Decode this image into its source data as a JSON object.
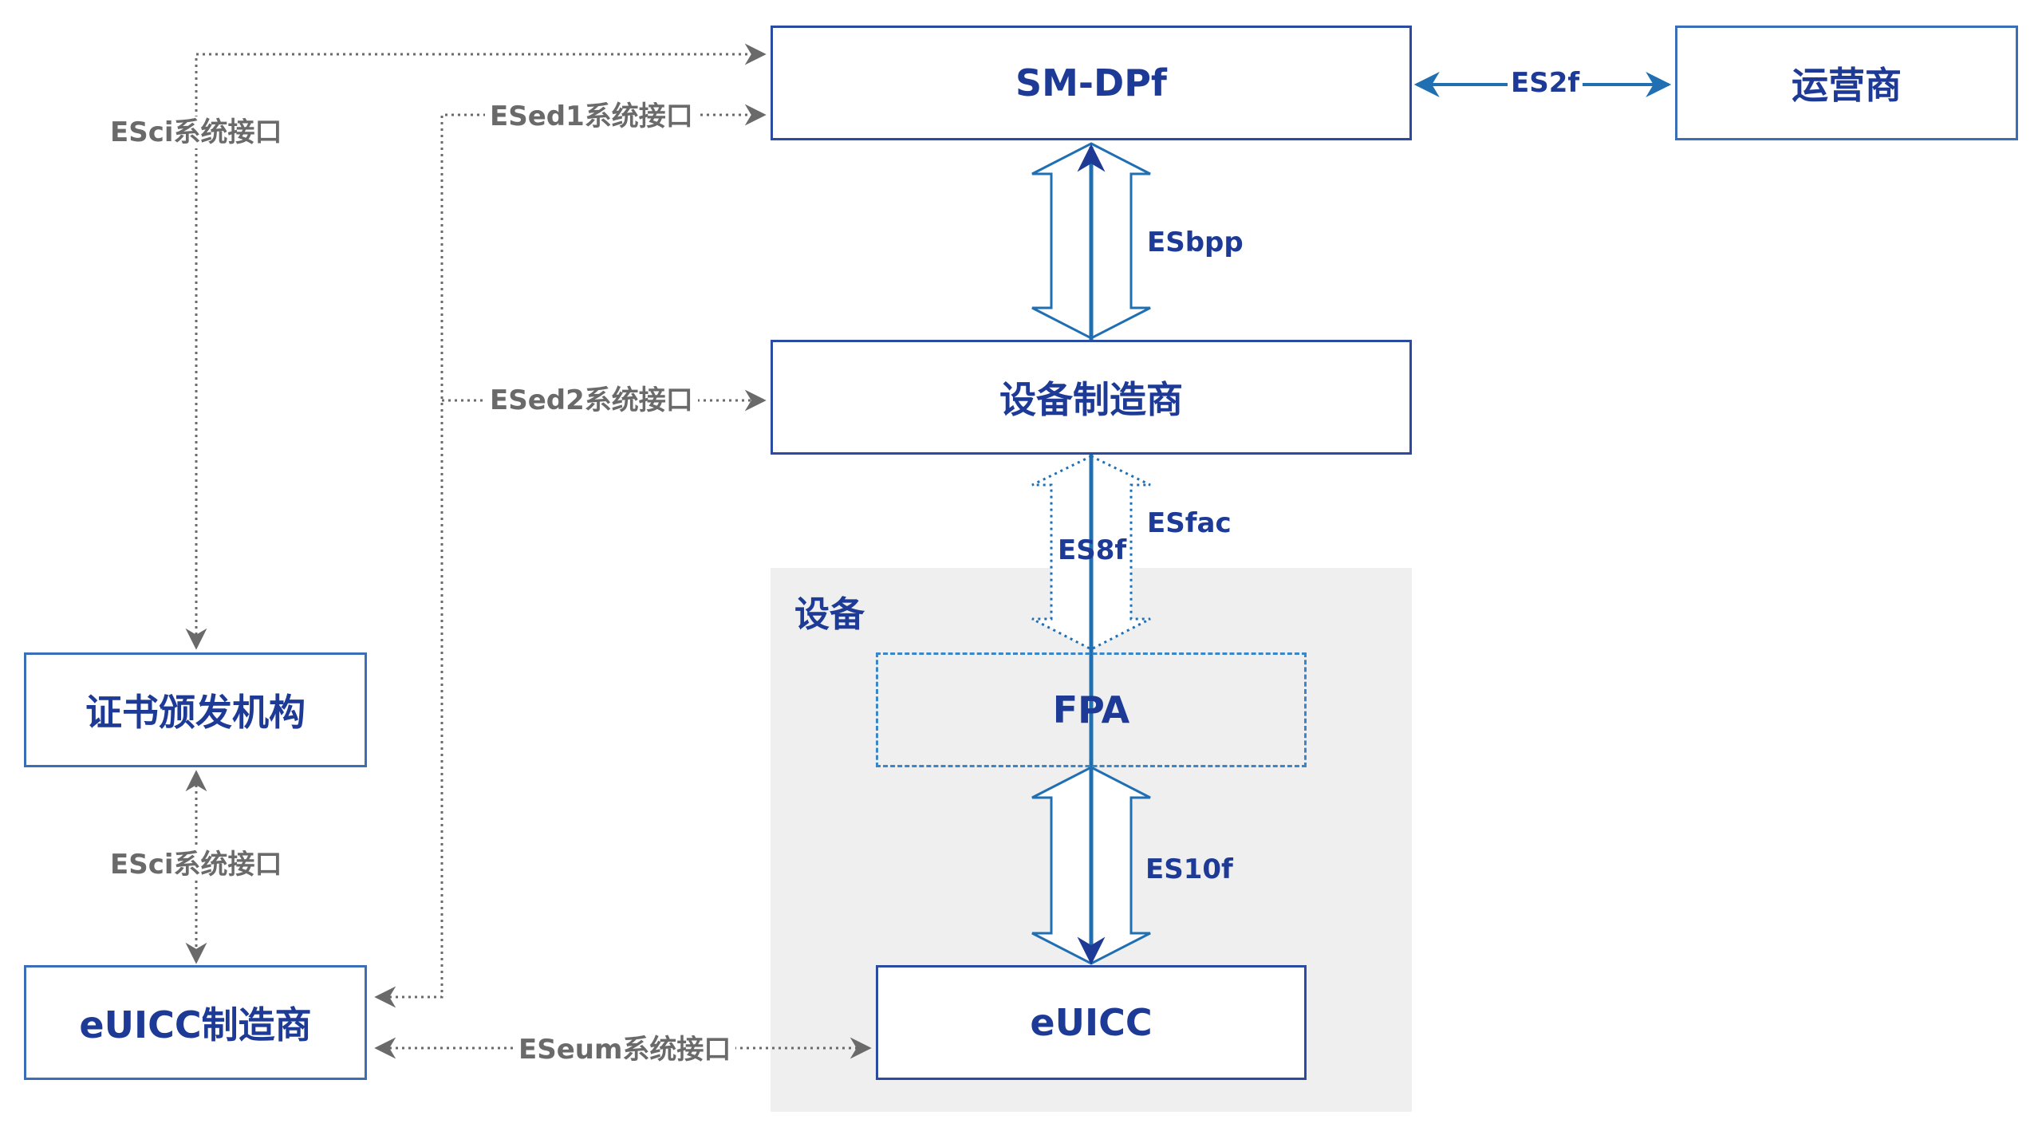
{
  "nodes": {
    "smdpf": "SM-DPf",
    "operator": "运营商",
    "device_maker": "设备制造商",
    "device_region": "设备",
    "fpa": "FPA",
    "euicc": "eUICC",
    "ca": "证书颁发机构",
    "eum": "eUICC制造商"
  },
  "interfaces": {
    "es2f": "ES2f",
    "esbpp": "ESbpp",
    "esfac": "ESfac",
    "es8f": "ES8f",
    "es10f": "ES10f",
    "esci_top": "ESci系统接口",
    "esci_bottom": "ESci系统接口",
    "esed1": "ESed1系统接口",
    "esed2": "ESed2系统接口",
    "eseum": "ESeum系统接口"
  },
  "colors": {
    "primary": "#1d3a96",
    "arrow_blue": "#1f6fb2",
    "dotted_grey": "#6a6a6a",
    "region_bg": "#efefef"
  }
}
